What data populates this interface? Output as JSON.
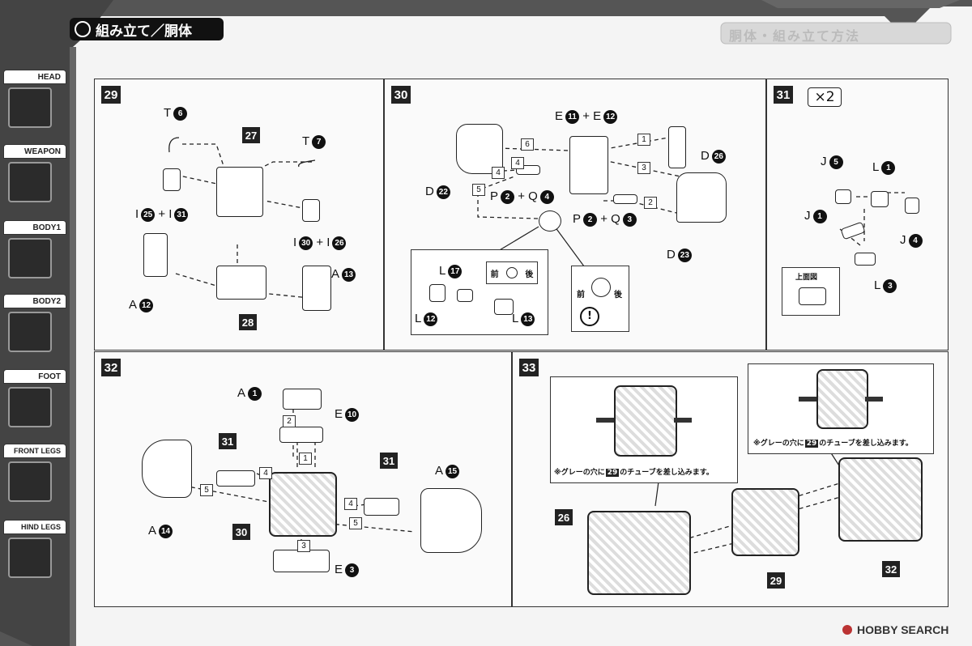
{
  "header": {
    "title": "組み立て／胴体",
    "ghost_title": "胴体・組み立て方法"
  },
  "sidebar": {
    "items": [
      {
        "label": "HEAD",
        "icon": "head-icon"
      },
      {
        "label": "WEAPON",
        "icon": "weapon-icon"
      },
      {
        "label": "BODY1",
        "icon": "body1-icon"
      },
      {
        "label": "BODY2",
        "icon": "body2-icon"
      },
      {
        "label": "FOOT",
        "icon": "foot-icon"
      },
      {
        "label": "FRONT LEGS",
        "icon": "front-legs-icon"
      },
      {
        "label": "HIND LEGS",
        "icon": "hind-legs-icon"
      }
    ]
  },
  "steps": {
    "s29": {
      "num": "29",
      "labels": {
        "t6_l": "T",
        "t6_n": "6",
        "t7_l": "T",
        "t7_n": "7",
        "p27": "27",
        "i25_l": "I",
        "i25_n": "25",
        "i25_plus": "+ I",
        "i31_n": "31",
        "i30_l": "I",
        "i30_n": "30",
        "i30_plus": "+ I",
        "i26_n": "26",
        "a12_l": "A",
        "a12_n": "12",
        "a13_l": "A",
        "a13_n": "13",
        "p28": "28"
      }
    },
    "s30": {
      "num": "30",
      "labels": {
        "e11_l": "E",
        "e11_n": "11",
        "e_plus": "+ E",
        "e12_n": "12",
        "d26_l": "D",
        "d26_n": "26",
        "d22_l": "D",
        "d22_n": "22",
        "d23_l": "D",
        "d23_n": "23",
        "p2q4_l": "P",
        "p2q4_n": "2",
        "p2q4_plus": "+ Q",
        "q4_n": "4",
        "p2q3_l": "P",
        "p2q3_n": "2",
        "p2q3_plus": "+ Q",
        "q3_n": "3",
        "n1": "1",
        "n2": "2",
        "n3": "3",
        "n4": "4",
        "n5": "5",
        "n6": "6",
        "l17_l": "L",
        "l17_n": "17",
        "l12_l": "L",
        "l12_n": "12",
        "l13_l": "L",
        "l13_n": "13",
        "front": "前",
        "back": "後",
        "front2": "前",
        "back2": "後",
        "warn": "!"
      }
    },
    "s31": {
      "num": "31",
      "multiplier": "×2",
      "labels": {
        "j5_l": "J",
        "j5_n": "5",
        "l1_l": "L",
        "l1_n": "1",
        "j1_l": "J",
        "j1_n": "1",
        "j4_l": "J",
        "j4_n": "4",
        "l3_l": "L",
        "l3_n": "3",
        "top_view": "上面図"
      }
    },
    "s32": {
      "num": "32",
      "labels": {
        "a1_l": "A",
        "a1_n": "1",
        "e10_l": "E",
        "e10_n": "10",
        "a14_l": "A",
        "a14_n": "14",
        "a15_l": "A",
        "a15_n": "15",
        "e3_l": "E",
        "e3_n": "3",
        "p31a": "31",
        "p31b": "31",
        "p30": "30",
        "n1": "1",
        "n2": "2",
        "n3": "3",
        "n4a": "4",
        "n4b": "4",
        "n5a": "5",
        "n5b": "5"
      }
    },
    "s33": {
      "num": "33",
      "note_left_pre": "※グレーの穴に",
      "note_left_num": "29",
      "note_left_post": "のチューブを差し込みます。",
      "note_right_pre": "※グレーの穴に",
      "note_right_num": "29",
      "note_right_post": "のチューブを差し込みます。",
      "labels": {
        "p26": "26",
        "p29": "29",
        "p32": "32"
      }
    }
  },
  "watermark": "HOBBY SEARCH"
}
